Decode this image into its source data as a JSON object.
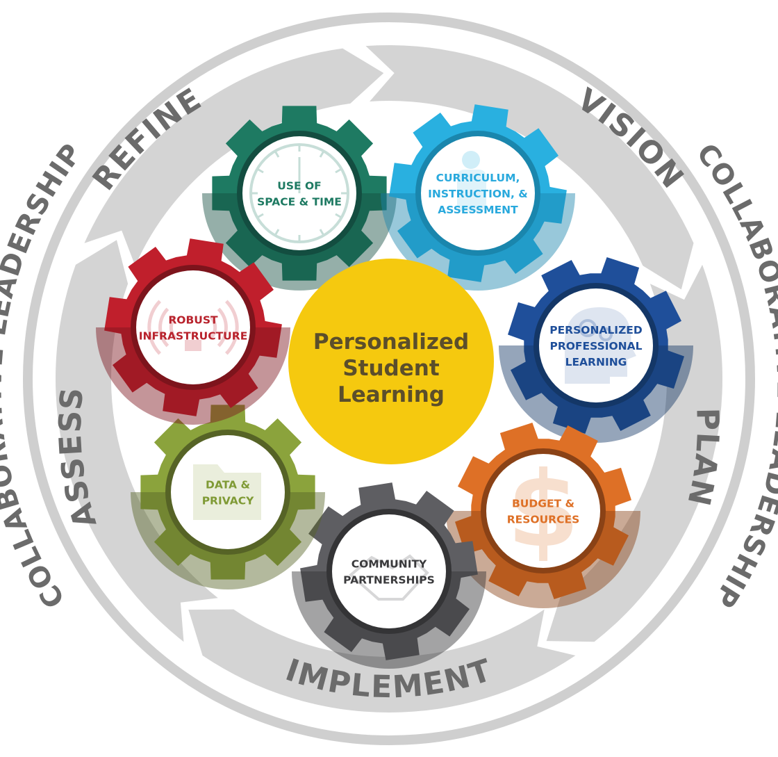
{
  "center": {
    "lines": [
      "Personalized",
      "Student",
      "Learning"
    ],
    "fill": "#f5c90f",
    "text_color": "#5b4e2b"
  },
  "cycle": {
    "stages": [
      {
        "id": "vision",
        "label": "VISION"
      },
      {
        "id": "plan",
        "label": "PLAN"
      },
      {
        "id": "implement",
        "label": "IMPLEMENT"
      },
      {
        "id": "assess",
        "label": "ASSESS"
      },
      {
        "id": "refine",
        "label": "REFINE"
      }
    ],
    "leadership_label": "COLLABORATIVE LEADERSHIP",
    "arrow_color": "#d4d4d4",
    "text_color": "#6b6b6b"
  },
  "gears": [
    {
      "id": "space-time",
      "lines": [
        "USE OF",
        "SPACE & TIME"
      ],
      "color": "#1e7a62",
      "dark": "#134d40",
      "text_color": "#1e7a62",
      "icon": "clock-icon"
    },
    {
      "id": "curriculum",
      "lines": [
        "CURRICULUM,",
        "INSTRUCTION, &",
        "ASSESSMENT"
      ],
      "color": "#29b0e0",
      "dark": "#1a86ad",
      "text_color": "#29a9dd",
      "icon": "person-icon"
    },
    {
      "id": "professional",
      "lines": [
        "PERSONALIZED",
        "PROFESSIONAL",
        "LEARNING"
      ],
      "color": "#1f4f9a",
      "dark": "#143767",
      "text_color": "#1f4f9a",
      "icon": "head-gears-icon"
    },
    {
      "id": "budget",
      "lines": [
        "BUDGET &",
        "RESOURCES"
      ],
      "color": "#de7026",
      "dark": "#8a4216",
      "text_color": "#de7026",
      "icon": "dollar-icon"
    },
    {
      "id": "community",
      "lines": [
        "COMMUNITY",
        "PARTNERSHIPS"
      ],
      "color": "#5e5e62",
      "dark": "#343436",
      "text_color": "#3a3a3c",
      "icon": "handshake-icon"
    },
    {
      "id": "data-privacy",
      "lines": [
        "DATA &",
        "PRIVACY"
      ],
      "color": "#8ba33c",
      "dark": "#566326",
      "text_color": "#7f9a35",
      "icon": "folder-icon"
    },
    {
      "id": "infrastructure",
      "lines": [
        "ROBUST",
        "INFRASTRUCTURE"
      ],
      "color": "#c01f2c",
      "dark": "#7d141c",
      "text_color": "#b8222c",
      "icon": "wifi-icon"
    }
  ]
}
